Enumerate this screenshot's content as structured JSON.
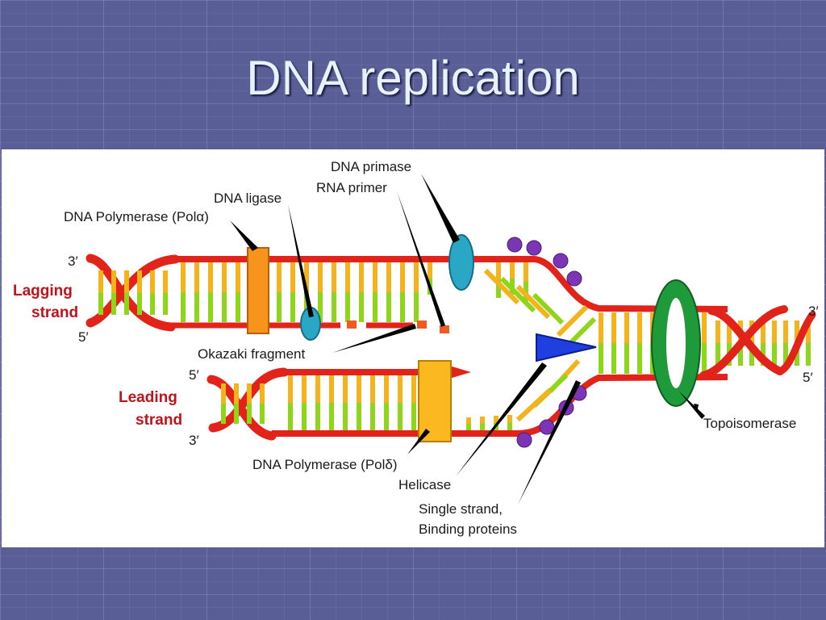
{
  "slide": {
    "title": "DNA replication"
  },
  "diagram": {
    "labels": {
      "dna_primase": "DNA primase",
      "rna_primer": "RNA primer",
      "dna_ligase": "DNA ligase",
      "pol_alpha": "DNA Polymerase (Polα)",
      "pol_delta": "DNA Polymerase (Polδ)",
      "okazaki": "Okazaki fragment",
      "helicase": "Helicase",
      "ssb_line1": "Single strand,",
      "ssb_line2": "Binding proteins",
      "topoisomerase": "Topoisomerase",
      "lagging_line1": "Lagging",
      "lagging_line2": "strand",
      "leading_line1": "Leading",
      "leading_line2": "strand",
      "lag_3prime": "3′",
      "lag_5prime": "5′",
      "lead_5prime": "5′",
      "lead_3prime": "3′",
      "right_3prime": "3′",
      "right_5prime": "5′"
    },
    "colors": {
      "backbone": "#e2231a",
      "base_yellow": "#f4b21b",
      "base_green": "#8fd61a",
      "polymerase": "#f7941d",
      "primase": "#29a7c4",
      "helicase": "#1f3fe0",
      "topoisomerase": "#1f9a3a",
      "ssb": "#7b35b5",
      "primer": "#f15a22"
    }
  }
}
